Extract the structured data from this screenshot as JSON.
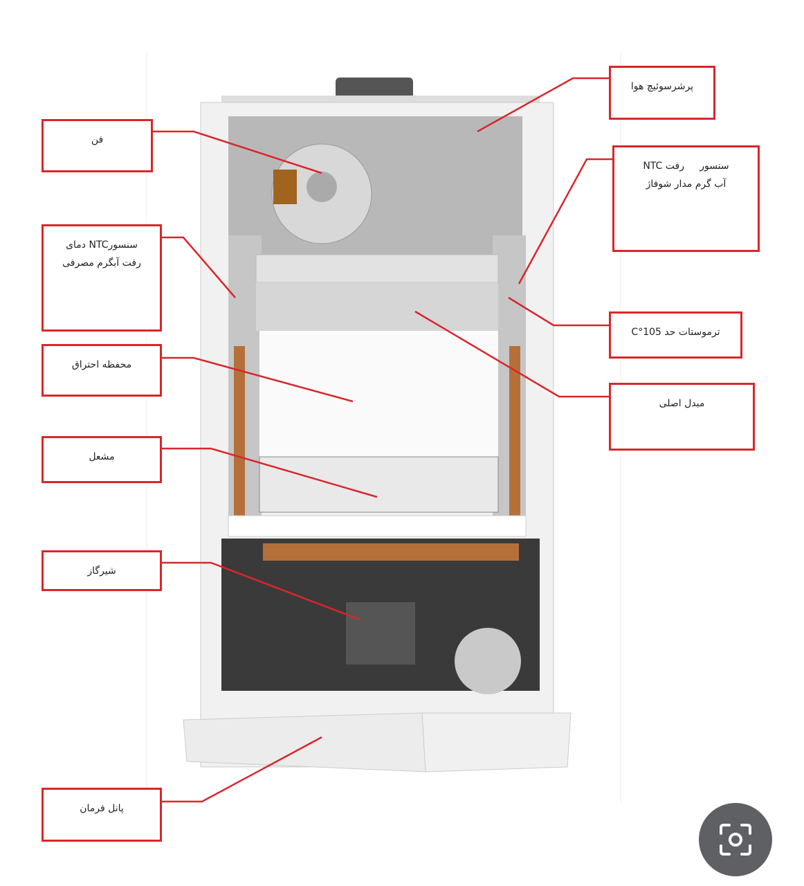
{
  "labels": {
    "fan": "فن",
    "ntc_dhw_line1": "سنسورNTC دمای",
    "ntc_dhw_line2": "رفت آبگرم مصرفی",
    "combustion_chamber": "محفظه احتراق",
    "burner": "مشعل",
    "gas_valve": "شیرگاز",
    "control_panel": "پانل فرمان",
    "air_pressure_switch": "پرشرسوئیچ هوا",
    "ntc_ch_line1": "سنسور     رفت NTC",
    "ntc_ch_line2": "آب گرم مدار شوفاژ",
    "limit_thermostat": "ترموستات حد 105°C",
    "main_heat_exchanger": "مبدل اصلی"
  },
  "colors": {
    "callout": "#d9262b",
    "lens_button": "#5f6064"
  }
}
